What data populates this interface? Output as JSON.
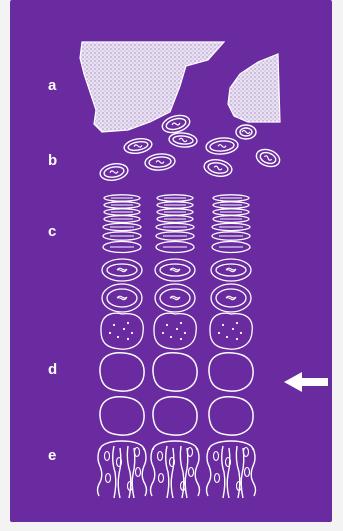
{
  "colors": {
    "background": "#6a2aa0",
    "stroke": "#ffffff",
    "stipple": "#ece6f3"
  },
  "labels": {
    "a": "a",
    "b": "b",
    "c": "c",
    "d": "d",
    "e": "e"
  },
  "icons": {
    "arrow": "arrow-left-icon"
  }
}
